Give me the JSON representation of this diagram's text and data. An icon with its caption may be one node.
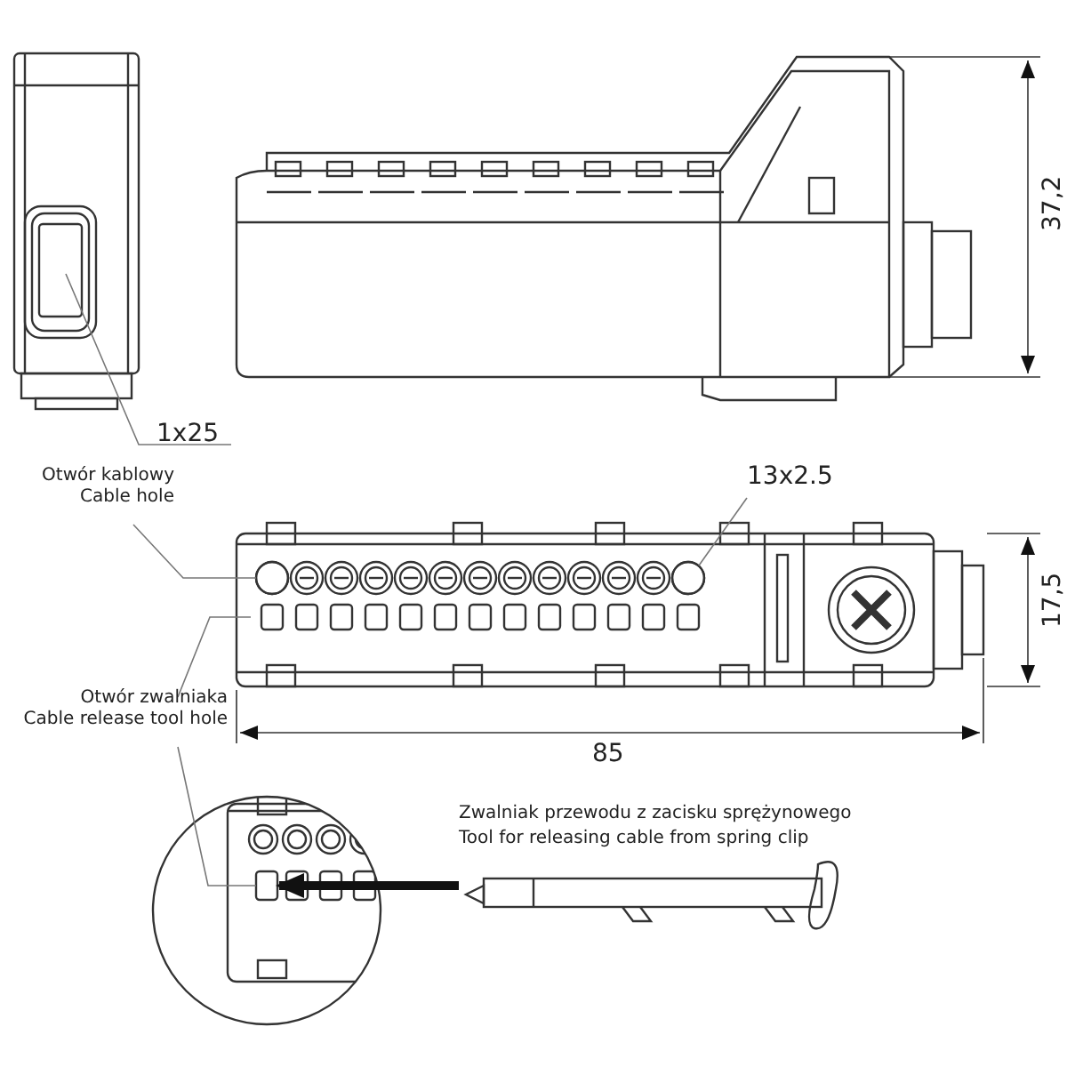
{
  "diagram": {
    "nodes": [
      {
        "text": [
          "1x25"
        ]
      },
      {
        "text": [],
        "shape": "box"
      },
      {
        "text": [
          "Otwór kablowy",
          "Cable hole"
        ]
      },
      {
        "text": [],
        "shape": "circle"
      },
      {
        "text": [
          "Otwór zwalniaka",
          "Cable release tool hole"
        ]
      },
      {
        "text": [],
        "shape": "box"
      },
      {
        "text": [],
        "shape": "box"
      },
      {
        "text": [
          "13x2.5"
        ]
      },
      {
        "text": [],
        "shape": "circle"
      },
      {
        "text": [],
        "shape": "picture",
        "beside": [
          "Zwalniak przewodu z zacisku sprężynowego",
          "Tool for releasing cable from spring clip"
        ]
      }
    ],
    "edges": [
      {
        "from": 0,
        "to": 1,
        "arrow": "none"
      },
      {
        "from": 2,
        "to": 3,
        "arrow": "none"
      },
      {
        "from": 4,
        "to": 5,
        "arrow": "none"
      },
      {
        "from": 4,
        "to": 6,
        "arrow": "none"
      },
      {
        "from": 7,
        "to": 8,
        "arrow": "none"
      },
      {
        "from": 9,
        "to": 6,
        "arrow": "to",
        "style": "thick",
        "color": "#111111"
      }
    ],
    "labels": [
      "37,2",
      "17,5",
      "85"
    ]
  }
}
